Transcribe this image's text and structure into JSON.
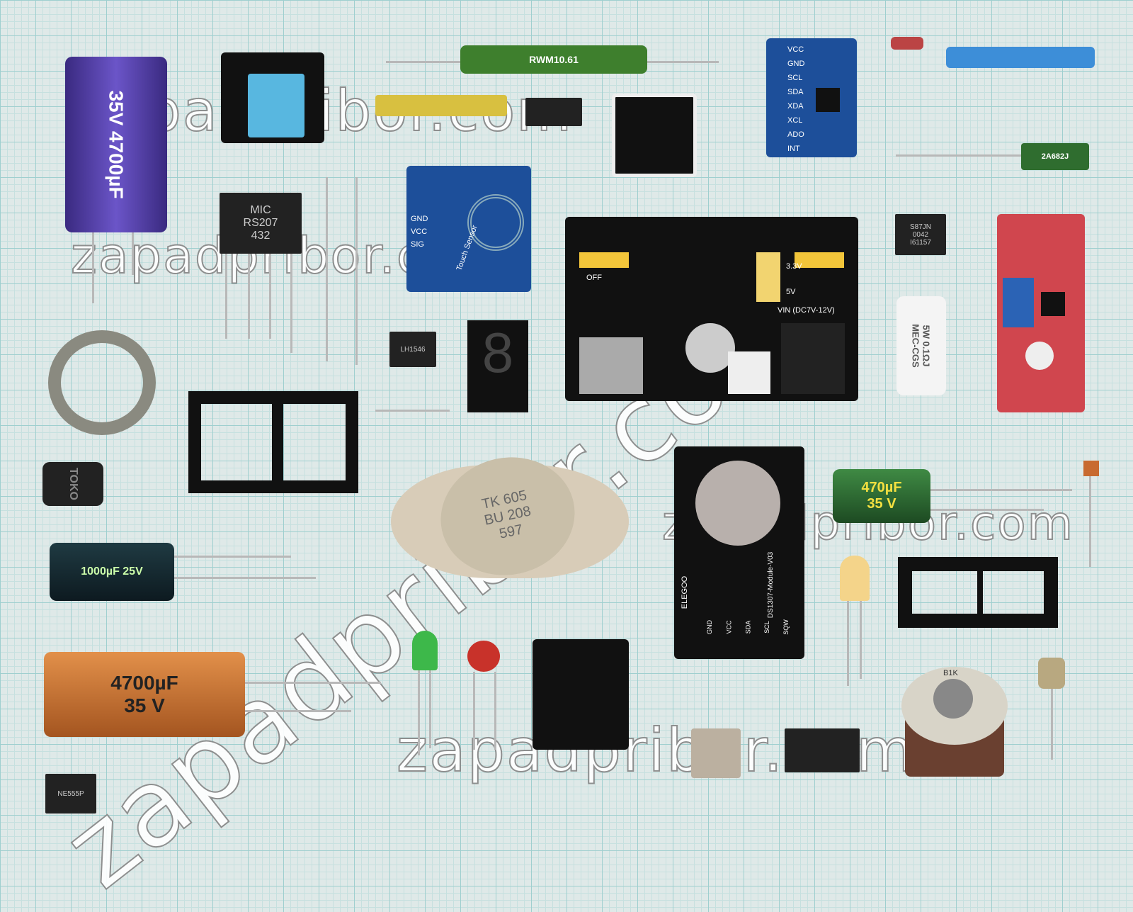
{
  "watermark": "zapadpribor.com",
  "components": {
    "cap_purple": "35V 4700µF",
    "bridge": {
      "brand": "MIC",
      "model": "RS207",
      "code": "432",
      "minus": "−",
      "plus": "+"
    },
    "resistor_green": "RWM10.61",
    "gy521_pins": [
      "VCC",
      "GND",
      "SCL",
      "SDA",
      "XDA",
      "XCL",
      "ADO",
      "INT"
    ],
    "touch_sensor": {
      "pins": [
        "GND",
        "VCC",
        "SIG"
      ],
      "label": "Touch Sensor"
    },
    "optocoupler": "LH1546",
    "power_module": {
      "vin": "VIN (DC7V-12V)",
      "v33": "3.3V",
      "v5": "5V",
      "off": "OFF"
    },
    "chip_dip8": [
      "S87JN",
      "0042",
      "I61157"
    ],
    "resistor_white": [
      "5W 0.1ΩJ",
      "MEC-CGS"
    ],
    "film_cap": "2A682J",
    "transistor": [
      "TK 605",
      "BU 208",
      "597"
    ],
    "rtc_module": {
      "name": "DS1307-Module-V03",
      "brand": "ELEGOO",
      "pins": [
        "GND",
        "VCC",
        "SDA",
        "SCL",
        "SQW"
      ]
    },
    "cap_green": [
      "470µF",
      "35 V"
    ],
    "cap_black": "1000µF 25V",
    "cap_orange": [
      "4700µF",
      "35 V"
    ],
    "inductor": "TOKO",
    "pot": "B1K",
    "ne555": "NE555P"
  }
}
